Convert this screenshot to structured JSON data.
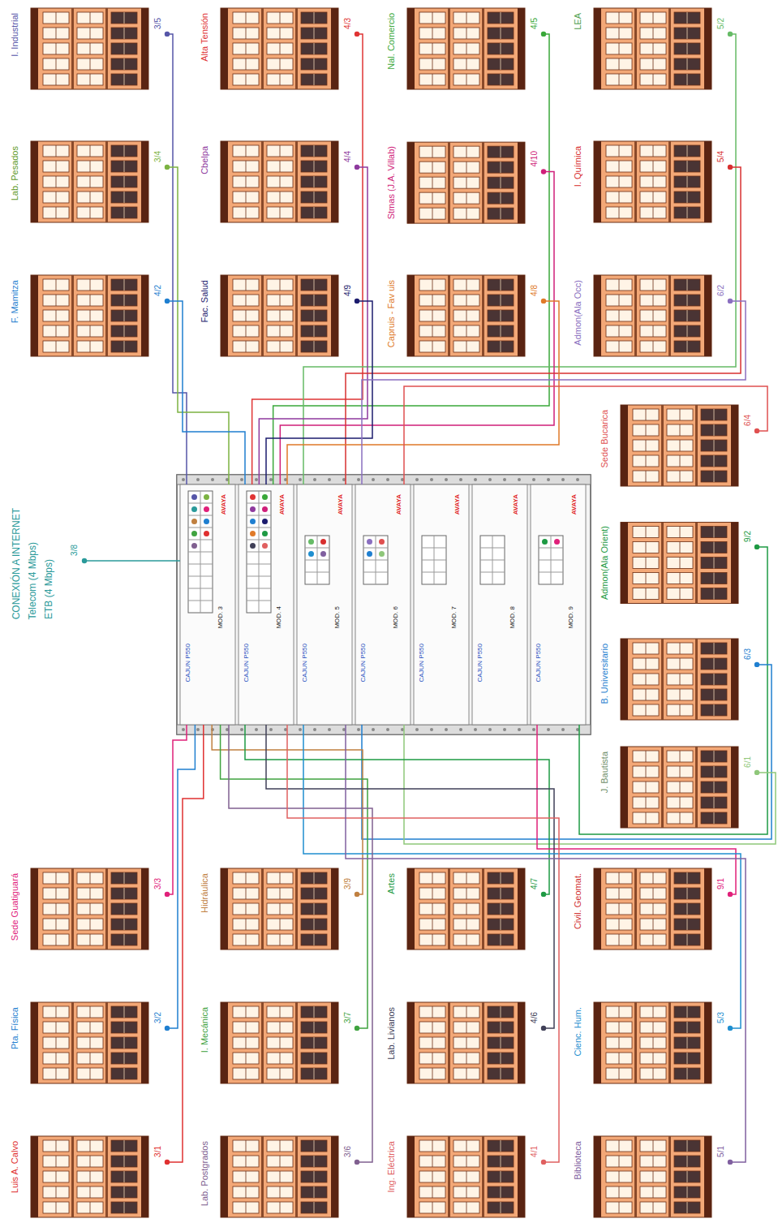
{
  "diagram": {
    "nodes": [
      {
        "text": [
          "I. Industrial",
          "3/5"
        ]
      },
      {
        "text": [
          "Alta Tensión",
          "4/3"
        ]
      },
      {
        "text": [
          "Nal. Comercio",
          "4/5"
        ]
      },
      {
        "text": [
          "LEA",
          "5/2"
        ]
      },
      {
        "text": [
          "Lab. Pesados",
          "3/4"
        ]
      },
      {
        "text": [
          "Cbelpa",
          "4/4"
        ]
      },
      {
        "text": [
          "Stmas (J.A. Villab)",
          "4/10"
        ]
      },
      {
        "text": [
          "I. Química",
          "5/4"
        ]
      },
      {
        "text": [
          "F. Mamitza",
          "4/2"
        ]
      },
      {
        "text": [
          "Fac. Salud",
          "4/9"
        ]
      },
      {
        "text": [
          "Capruis - Fav uis",
          "4/8"
        ]
      },
      {
        "text": [
          "Admon(Ala Occ)",
          "6/2"
        ]
      },
      {
        "text": [
          "CONEXIÓN A INTERNET",
          "Telecom (4 Mbps)",
          "ETB (4 Mbps)",
          "3/8"
        ]
      },
      {
        "text": [
          "Sede Bucarica",
          "6/4"
        ]
      },
      {
        "text": [
          "AVAYA",
          "MOD. 3",
          "CAJUN P550"
        ]
      },
      {
        "text": [
          "AVAYA",
          "MOD. 4",
          "CAJUN P550"
        ]
      },
      {
        "text": [
          "AVAYA",
          "MOD. 5",
          "CAJUN P550"
        ]
      },
      {
        "text": [
          "AVAYA",
          "MOD. 6",
          "CAJUN P550"
        ]
      },
      {
        "text": [
          "AVAYA",
          "MOD. 7",
          "CAJUN P550"
        ]
      },
      {
        "text": [
          "AVAYA",
          "MOD. 8",
          "CAJUN P550"
        ]
      },
      {
        "text": [
          "AVAYA",
          "MOD. 9",
          "CAJUN P550"
        ]
      },
      {
        "text": [
          "Admon(Ala Orient)",
          "9/2"
        ]
      },
      {
        "text": [
          "B. Universitario",
          "6/3"
        ]
      },
      {
        "text": [
          "J. Bautista",
          "6/1"
        ]
      },
      {
        "text": [
          "Sede Guatiguará",
          "3/3"
        ]
      },
      {
        "text": [
          "Hidráulica",
          "3/9"
        ]
      },
      {
        "text": [
          "Artes",
          "4/7"
        ]
      },
      {
        "text": [
          "Civil. Geomat.",
          "9/1"
        ]
      },
      {
        "text": [
          "Pta. Física",
          "3/2"
        ]
      },
      {
        "text": [
          "I. Mecánica",
          "3/7"
        ]
      },
      {
        "text": [
          "Lab. Livianos",
          "4/6"
        ]
      },
      {
        "text": [
          "Cienc. Hum.",
          "5/3"
        ]
      },
      {
        "text": [
          "Luis A. Calvo",
          "3/1"
        ]
      },
      {
        "text": [
          "Lab. Postgrados",
          "3/6"
        ]
      },
      {
        "text": [
          "Ing. Eléctrica",
          "4/1"
        ]
      },
      {
        "text": [
          "Biblioteca",
          "5/1"
        ]
      }
    ],
    "edges": [
      {
        "from": 0,
        "to": 14,
        "arrow": "none"
      },
      {
        "from": 1,
        "to": 15,
        "arrow": "none"
      },
      {
        "from": 2,
        "to": 15,
        "arrow": "none"
      },
      {
        "from": 3,
        "to": 16,
        "arrow": "none"
      },
      {
        "from": 4,
        "to": 14,
        "arrow": "none"
      },
      {
        "from": 5,
        "to": 15,
        "arrow": "none"
      },
      {
        "from": 6,
        "to": 15,
        "arrow": "none"
      },
      {
        "from": 7,
        "to": 16,
        "arrow": "none"
      },
      {
        "from": 8,
        "to": 15,
        "arrow": "none"
      },
      {
        "from": 9,
        "to": 15,
        "arrow": "none"
      },
      {
        "from": 10,
        "to": 15,
        "arrow": "none"
      },
      {
        "from": 11,
        "to": 17,
        "arrow": "none"
      },
      {
        "from": 12,
        "to": 14,
        "arrow": "none"
      },
      {
        "from": 13,
        "to": 17,
        "arrow": "none"
      },
      {
        "from": 21,
        "to": 20,
        "arrow": "none"
      },
      {
        "from": 22,
        "to": 17,
        "arrow": "none"
      },
      {
        "from": 23,
        "to": 17,
        "arrow": "none"
      },
      {
        "from": 24,
        "to": 14,
        "arrow": "none"
      },
      {
        "from": 25,
        "to": 14,
        "arrow": "none"
      },
      {
        "from": 26,
        "to": 15,
        "arrow": "none"
      },
      {
        "from": 27,
        "to": 20,
        "arrow": "none"
      },
      {
        "from": 28,
        "to": 14,
        "arrow": "none"
      },
      {
        "from": 29,
        "to": 14,
        "arrow": "none"
      },
      {
        "from": 30,
        "to": 15,
        "arrow": "none"
      },
      {
        "from": 31,
        "to": 16,
        "arrow": "none"
      },
      {
        "from": 32,
        "to": 14,
        "arrow": "none"
      },
      {
        "from": 33,
        "to": 14,
        "arrow": "none"
      },
      {
        "from": 34,
        "to": 15,
        "arrow": "none"
      },
      {
        "from": 35,
        "to": 16,
        "arrow": "none"
      }
    ]
  }
}
